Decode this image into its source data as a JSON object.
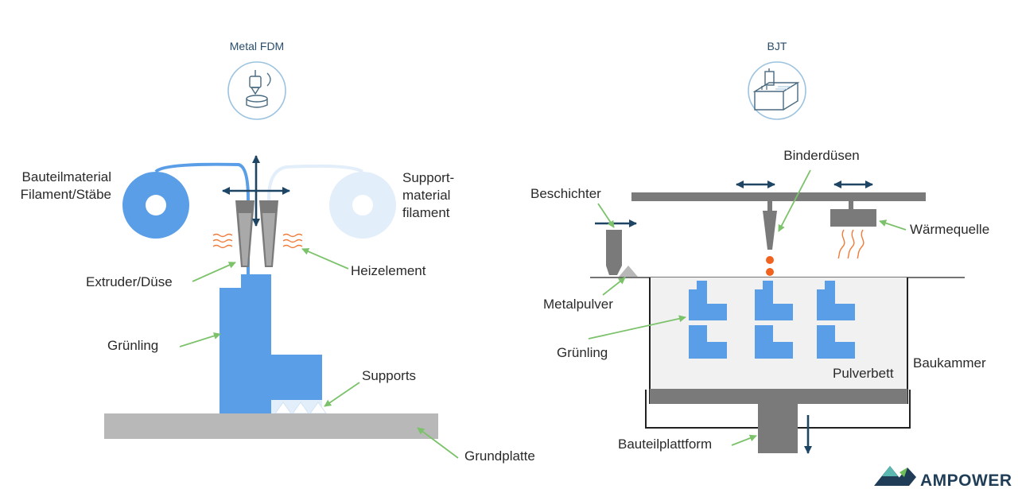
{
  "colors": {
    "part_blue": "#5b9ee8",
    "light_blue": "#e3eefb",
    "arrow_dark": "#1e4564",
    "pointer_green": "#7cc26b",
    "heat_orange": "#f07b3a",
    "grey": "#b8b8b8",
    "dark_grey": "#7a7a7a",
    "bed": "#f1f1f1",
    "drop": "#f0621e"
  },
  "fdm": {
    "title": "Metal FDM",
    "icon": "fdm-printer-icon",
    "labels": {
      "build_material_l1": "Bauteilmaterial",
      "build_material_l2": "Filament/Stäbe",
      "support_material_l1": "Support-",
      "support_material_l2": "material",
      "support_material_l3": "filament",
      "extruder": "Extruder/Düse",
      "heater": "Heizelement",
      "green_part": "Grünling",
      "supports": "Supports",
      "base_plate": "Grundplatte"
    }
  },
  "bjt": {
    "title": "BJT",
    "icon": "binder-jetting-icon",
    "labels": {
      "binder_nozzles": "Binderdüsen",
      "recoater": "Beschichter",
      "heat_source": "Wärmequelle",
      "metal_powder": "Metalpulver",
      "green_part": "Grünling",
      "build_chamber": "Baukammer",
      "powder_bed": "Pulverbett",
      "build_platform": "Bauteilplattform"
    }
  },
  "logo": {
    "name": "AMPOWER"
  }
}
